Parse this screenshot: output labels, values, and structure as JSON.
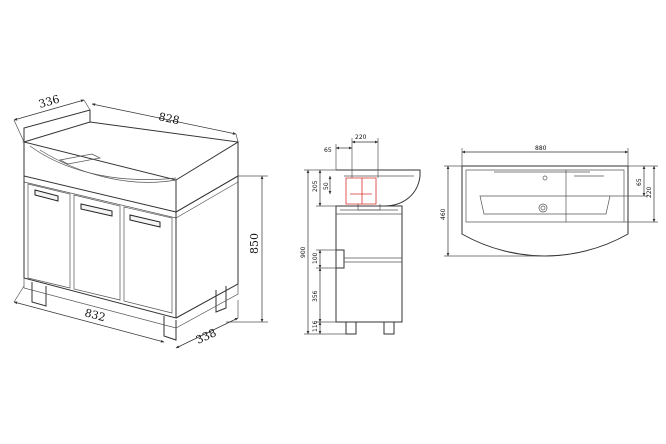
{
  "iso_view": {
    "depth_top": "336",
    "width_top": "828",
    "height": "850",
    "width_bottom": "832",
    "depth_bottom": "338"
  },
  "side_view": {
    "basin_offset": "65",
    "basin_width": "220",
    "top_height": "205",
    "rim": "50",
    "total_height": "900",
    "shelf_gap": "100",
    "lower_space": "356",
    "leg_height": "116"
  },
  "top_view": {
    "width": "880",
    "depth": "460",
    "edge_offset": "65",
    "inner_depth": "220"
  },
  "colors": {
    "line": "#333333",
    "accent": "#d9302b"
  }
}
